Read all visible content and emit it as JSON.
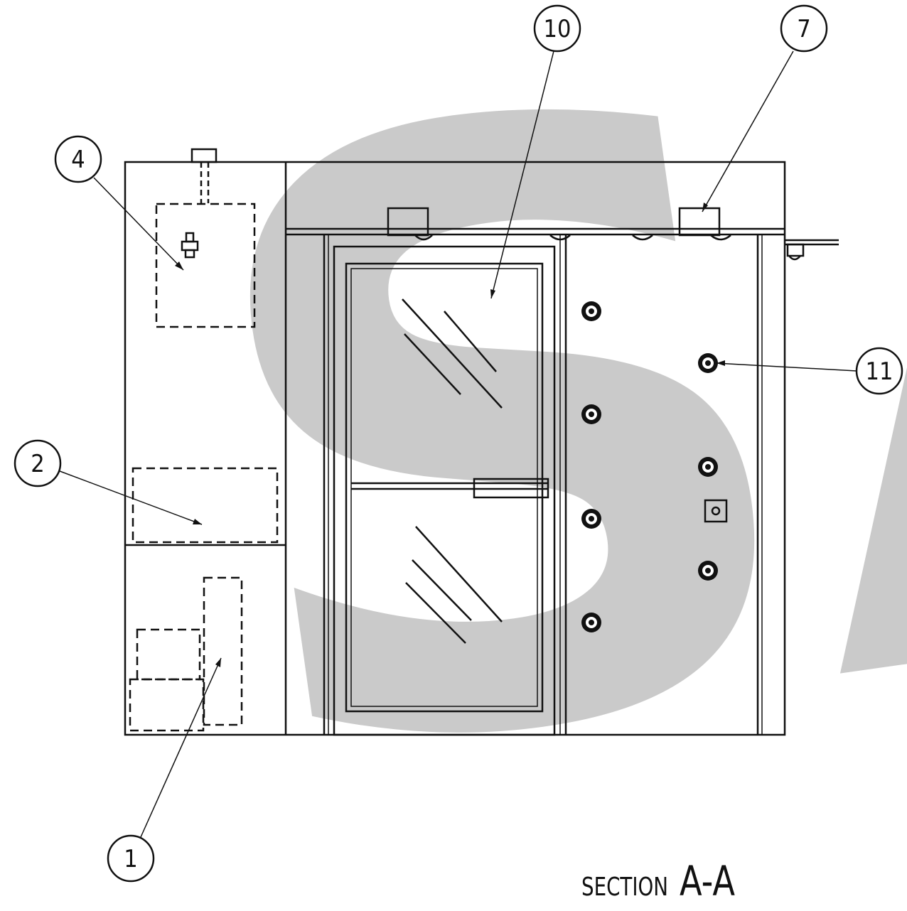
{
  "watermark": {
    "text": "SA",
    "color": "#c8c8c8"
  },
  "callouts": [
    {
      "id": "4",
      "label": "4"
    },
    {
      "id": "2",
      "label": "2"
    },
    {
      "id": "1",
      "label": "1"
    },
    {
      "id": "10",
      "label": "10"
    },
    {
      "id": "7",
      "label": "7"
    },
    {
      "id": "11",
      "label": "11"
    }
  ],
  "section": {
    "prefix": "SECTION",
    "name": "A-A"
  },
  "colors": {
    "ink": "#111111",
    "watermark": "#c8c8c8"
  }
}
